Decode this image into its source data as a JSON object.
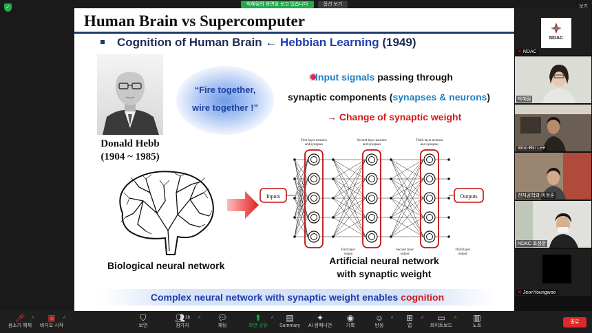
{
  "share_banner": {
    "message": "박혜림의 화면을 보고 있습니다",
    "options_label": "옵션 보기"
  },
  "view_label": "보기",
  "slide": {
    "title": "Human Brain  vs  Supercomputer",
    "headline_pre": "Cognition of Human Brain ",
    "headline_arrow": "←",
    "headline_blue": " Hebbian Learning",
    "headline_post": " (1949)",
    "person_name_line1": "Donald Hebb",
    "person_name_line2": "(1904 ~ 1985)",
    "quote_line1": "“Fire together,",
    "quote_line2": "wire together !”",
    "input_blue": "Input signals",
    "input_rest": " passing through",
    "syn_pre": "synaptic components (",
    "syn_blue": "synapses & neurons",
    "syn_post": ")",
    "change_text": "→ Change of synaptic weight",
    "bio_label": "Biological neural network",
    "ann_line1": "Artificial neural network",
    "ann_line2": "with synaptic weight",
    "bottom_pre": "Complex neural network with synaptic weight enables ",
    "bottom_red": "cognition",
    "nn": {
      "layer1": "First layer neurons\nand synapses",
      "layer2": "Second layer neurons\nand synapses",
      "layer3": "Third layer neurons\nand synapses",
      "out1": "First layer\noutput",
      "out2": "Second layer\noutput",
      "out3": "Third layer\noutput",
      "inputs": "Inputs",
      "outputs": "Outputs"
    }
  },
  "participants": [
    {
      "name": "NDAC",
      "logo_text": "NDAC"
    },
    {
      "name": "박혜림"
    },
    {
      "name": "Woo-Bin Lee"
    },
    {
      "name": "전자공학과 이정훈"
    },
    {
      "name": "NDAC 조성준"
    },
    {
      "name": "JeonYoungwoo"
    }
  ],
  "toolbar": {
    "mute": "음소거 해제",
    "video": "비디오 시작",
    "security": "보안",
    "participants": "참가자",
    "participants_count": "28",
    "chat": "채팅",
    "share": "화면 공유",
    "summary": "Summary",
    "ai": "AI 컴패니언",
    "record": "기록",
    "reactions": "반응",
    "apps": "앱",
    "whiteboard": "화이트보드",
    "notes": "노트",
    "end": "종료"
  },
  "colors": {
    "title_rule": "#1f3b6e",
    "accent_blue": "#1f3fae",
    "accent_red": "#d41a1a",
    "share_green": "#23a94a"
  }
}
